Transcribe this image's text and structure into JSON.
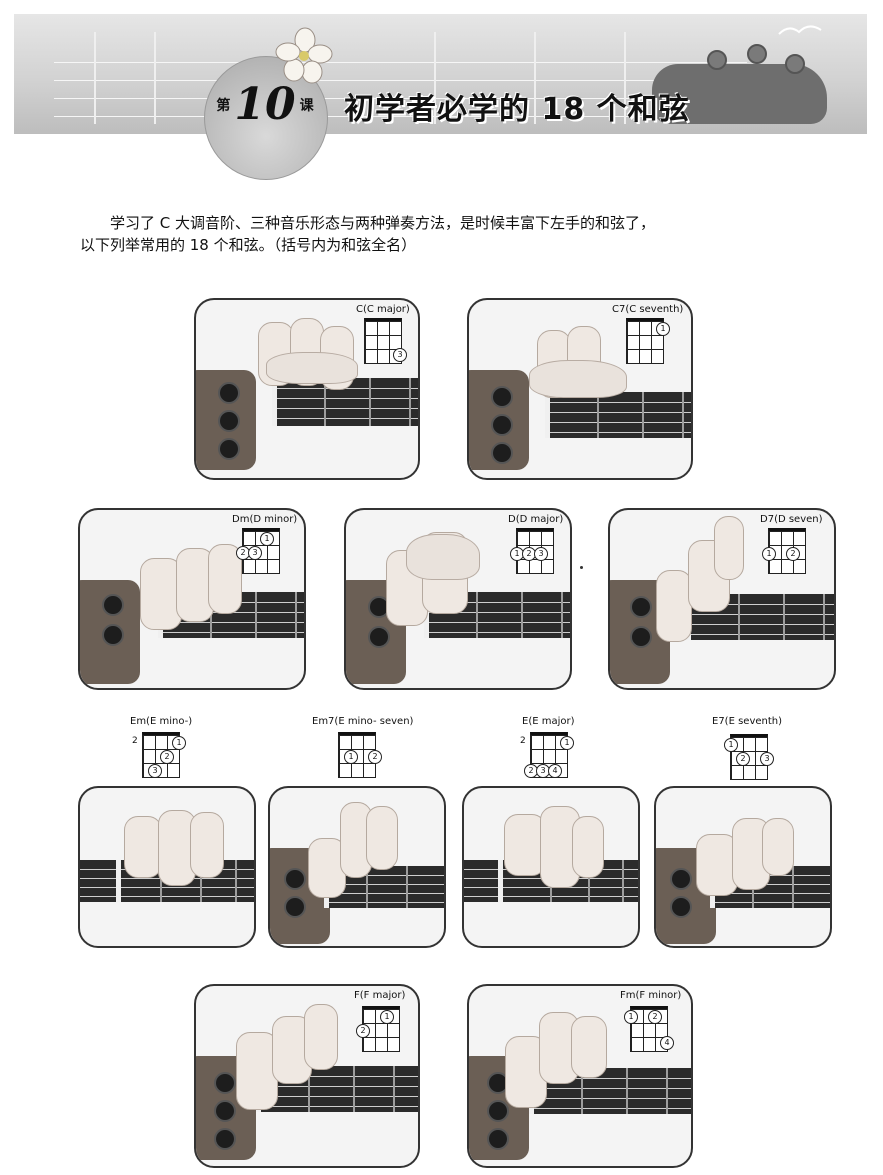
{
  "header": {
    "lesson_prefix": "第",
    "lesson_number": "10",
    "lesson_suffix": "课",
    "title": "初学者必学的 18 个和弦"
  },
  "intro": {
    "line1": "学习了 C 大调音阶、三种音乐形态与两种弹奏方法，是时候丰富下左手的和弦了，",
    "line2": "以下列举常用的 18 个和弦。（括号内为和弦全名）"
  },
  "chords": [
    {
      "label": "C(C major)"
    },
    {
      "label": "C7(C seventh)"
    },
    {
      "label": "Dm(D minor)"
    },
    {
      "label": "D(D major)"
    },
    {
      "label": "D7(D seven)"
    },
    {
      "label": "Em(E mino-)"
    },
    {
      "label": "Em7(E mino- seven)"
    },
    {
      "label": "E(E major)"
    },
    {
      "label": "E7(E seventh)"
    },
    {
      "label": "F(F major)"
    },
    {
      "label": "Fm(F minor)"
    }
  ],
  "fingers": {
    "c": [
      "3"
    ],
    "c7": [
      "1"
    ],
    "dm": [
      "1",
      "2",
      "3"
    ],
    "d": [
      "1",
      "2",
      "3"
    ],
    "d7": [
      "1",
      "2"
    ],
    "em": [
      "1",
      "2",
      "3"
    ],
    "em7": [
      "1",
      "2"
    ],
    "e": [
      "1",
      "2",
      "3",
      "4"
    ],
    "e7": [
      "1",
      "2",
      "3"
    ],
    "f": [
      "1",
      "2"
    ],
    "fm": [
      "1",
      "2",
      "4"
    ]
  },
  "fret_marker": "2",
  "colors": {
    "fretboard": "#2b2b2b",
    "banner": "#d2d2d2",
    "skin": "#e9e2dc"
  }
}
